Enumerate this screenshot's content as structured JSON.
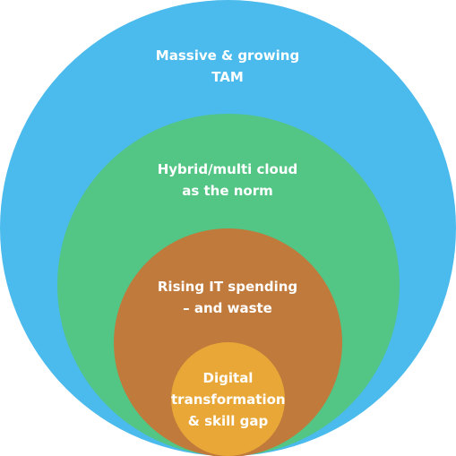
{
  "diagram": {
    "layers": [
      {
        "lines": [
          "Massive & growing",
          "TAM"
        ],
        "color": "#4BBAEC"
      },
      {
        "lines": [
          "Hybrid/multi cloud",
          "as the norm"
        ],
        "color": "#53C584"
      },
      {
        "lines": [
          "Rising IT spending",
          "– and waste"
        ],
        "color": "#C07A3C"
      },
      {
        "lines": [
          "Digital",
          "transformation",
          "& skill gap"
        ],
        "color": "#E8A736"
      }
    ]
  }
}
